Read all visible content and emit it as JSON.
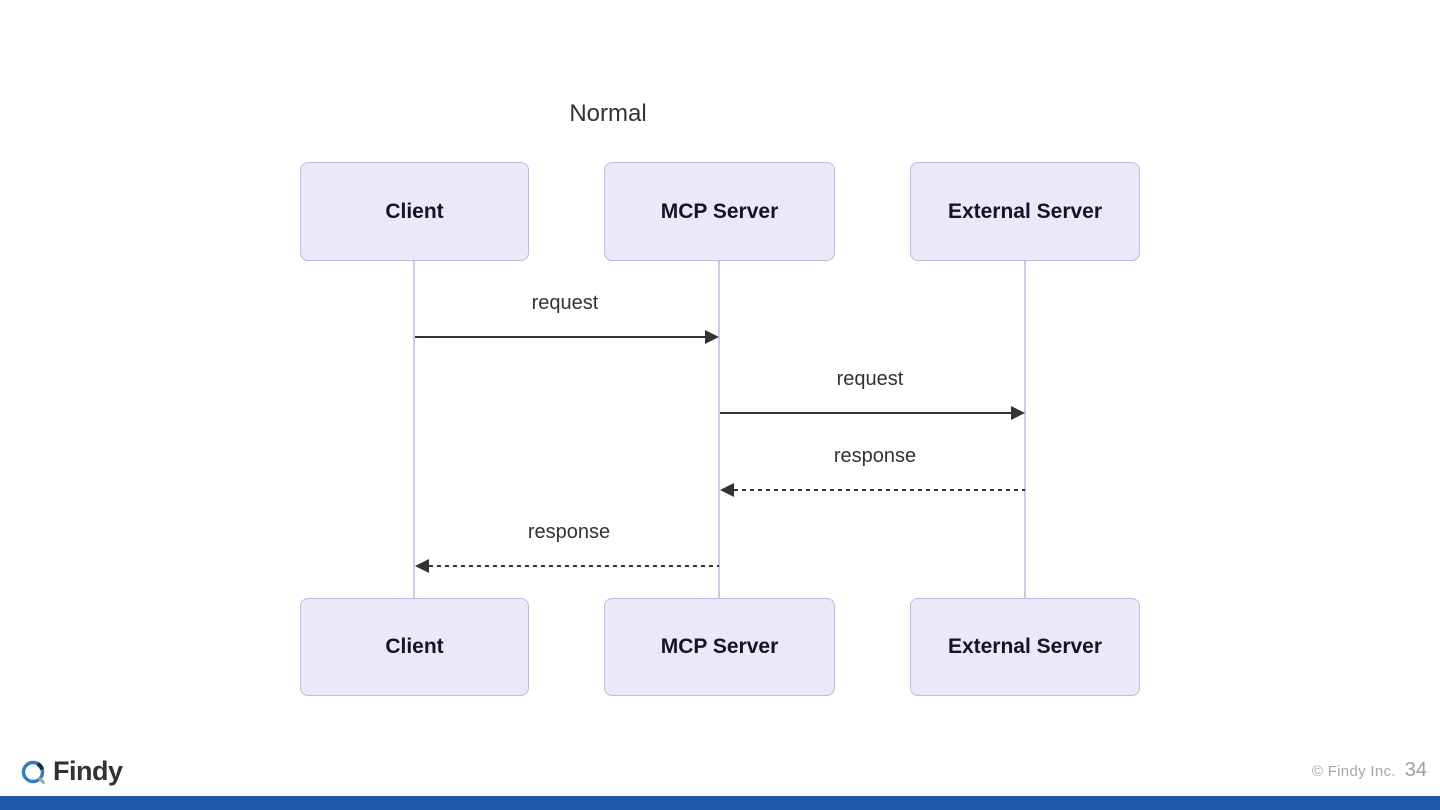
{
  "diagram": {
    "type": "sequence",
    "title": "Normal",
    "actors": [
      {
        "id": "client",
        "label": "Client"
      },
      {
        "id": "mcp-server",
        "label": "MCP Server"
      },
      {
        "id": "external-server",
        "label": "External Server"
      }
    ],
    "messages": [
      {
        "from": "client",
        "to": "mcp-server",
        "label": "request",
        "style": "solid"
      },
      {
        "from": "mcp-server",
        "to": "external-server",
        "label": "request",
        "style": "solid"
      },
      {
        "from": "external-server",
        "to": "mcp-server",
        "label": "response",
        "style": "dashed"
      },
      {
        "from": "mcp-server",
        "to": "client",
        "label": "response",
        "style": "dashed"
      }
    ],
    "colors": {
      "actor_fill": "#E9E9F9",
      "actor_border": "#BCBDDC",
      "lifeline": "#D2C9E6",
      "arrow": "#333333",
      "message_text": "#333333",
      "actor_text": "#15151F"
    }
  },
  "footer": {
    "logo_text": "Findy",
    "copyright": "© Findy Inc.",
    "page_number": "34",
    "bar_color": "#1E58A8",
    "logo_blue": "#2E7CC1",
    "logo_navy": "#1B2A4A"
  }
}
